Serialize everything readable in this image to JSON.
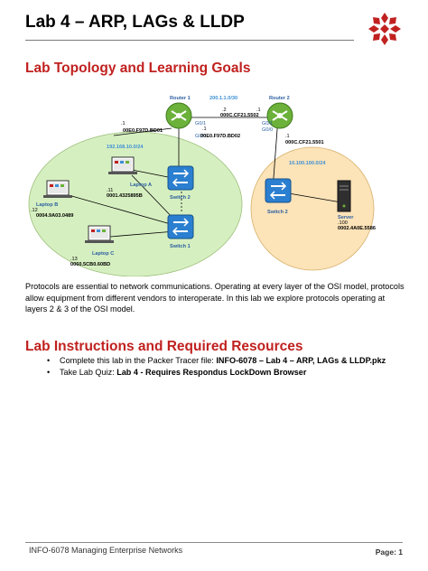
{
  "title": "Lab 4 – ARP, LAGs & LLDP",
  "section1_heading": "Lab Topology and Learning Goals",
  "diagram": {
    "router1": "Router 1",
    "router2": "Router 2",
    "wan_net": "200.1.1.0/30",
    "wan_r1_ip": ".2",
    "wan_r2_ip": ".1",
    "r1_mac_wan": "000C.CF21.5502",
    "r1_g01": "G0/1",
    "r1_g00": "G0/0",
    "r1_lan_ip": ".1",
    "r1_mac_lan1": "00E0.F97D.BD01",
    "r1_lan_ip2": ".1",
    "r1_mac_lan2": "00E0.F97D.BD02",
    "r2_g01": "G0/1",
    "r2_g00": "G0/0",
    "r2_lan_ip": ".1",
    "r2_mac": "000C.CF21.5501",
    "lan1_net": "192.168.10.0/24",
    "lan2_net": "10.100.100.0/24",
    "laptop_a": "Laptop A",
    "laptop_a_ip": ".11",
    "laptop_a_mac": "0001.4325895B",
    "laptop_b": "Laptop B",
    "laptop_b_ip": ".12",
    "laptop_b_mac": "0004.9A03.0489",
    "laptop_c": "Laptop C",
    "laptop_c_ip": ".13",
    "laptop_c_mac": "0060.5CB0.60BD",
    "switch1": "Switch 1",
    "switch2": "Switch 2",
    "switch2_right": "Switch 2",
    "server": "Server",
    "server_ip": ".100",
    "server_mac": "0002.4A0E.5586"
  },
  "paragraph": "Protocols are essential to network communications.  Operating at every layer of the OSI model, protocols allow equipment from different vendors to interoperate.  In this lab we explore protocols operating at layers 2 & 3 of the OSI model.",
  "section2_heading": "Lab Instructions and Required Resources",
  "bullets": {
    "b1_text": "Complete this lab in the Packer Tracer file: ",
    "b1_bold": "INFO-6078 – Lab 4 – ARP, LAGs & LLDP.pkz",
    "b2_text": "Take Lab Quiz: ",
    "b2_bold": "Lab 4 - Requires Respondus LockDown Browser"
  },
  "footer": {
    "left": "INFO-6078 Managing Enterprise Networks",
    "right": "Page: 1"
  },
  "colors": {
    "accent_red": "#c0211f",
    "lan1_fill": "#d6efc0",
    "lan2_fill": "#fce3b8",
    "router_green": "#6bb13a",
    "switch_blue": "#2b7fd0",
    "network_label": "#3c8fd6"
  }
}
